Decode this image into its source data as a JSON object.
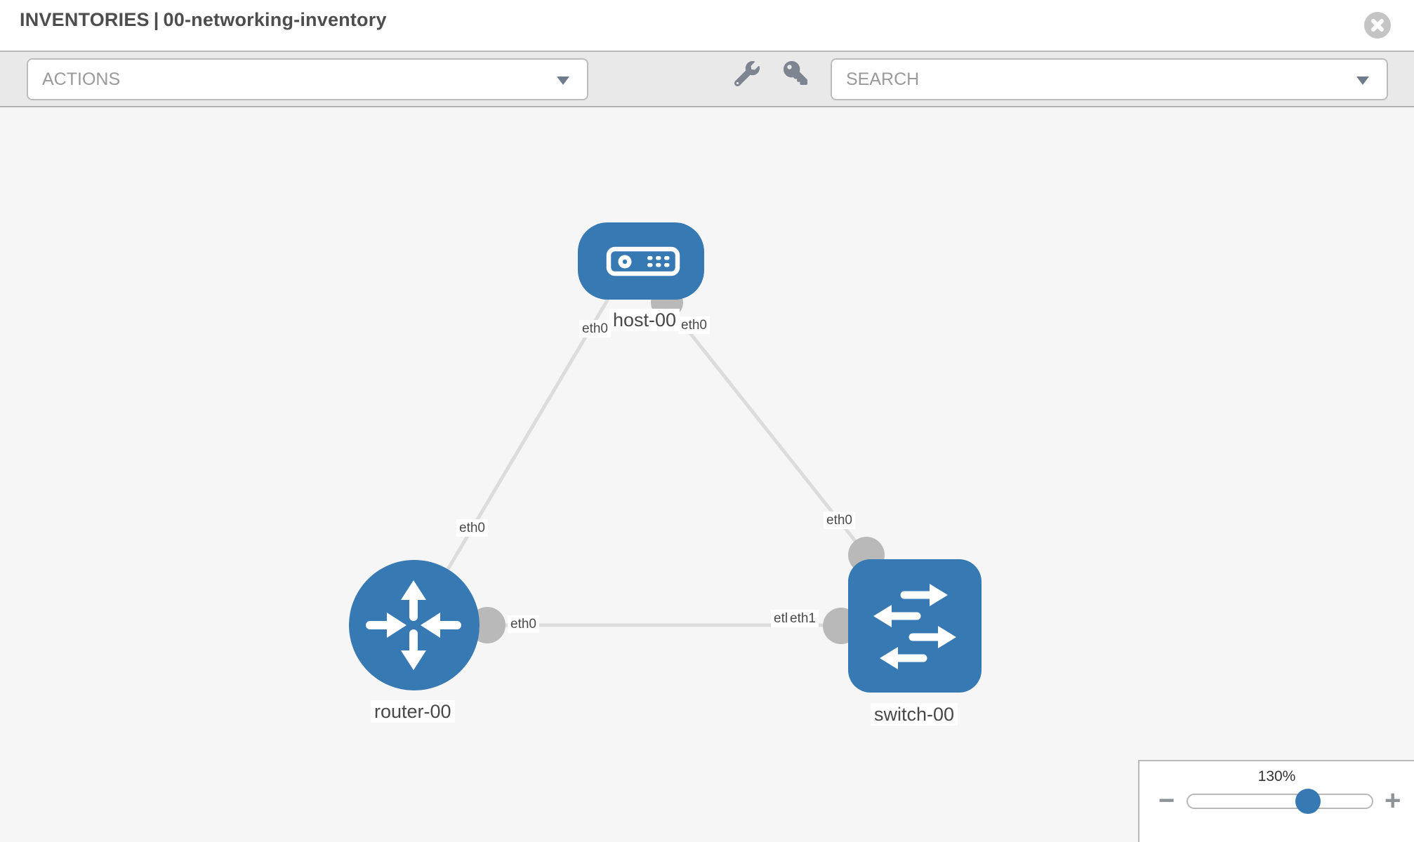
{
  "header": {
    "section": "INVENTORIES",
    "separator": "|",
    "inventory_name": "00-networking-inventory"
  },
  "toolbar": {
    "actions_label": "ACTIONS",
    "search_placeholder": "SEARCH",
    "icons": [
      "wrench-icon",
      "key-icon"
    ]
  },
  "topology": {
    "nodes": [
      {
        "id": "host-00",
        "label": "host-00",
        "type": "host",
        "shape": "rounded-rectangle"
      },
      {
        "id": "router-00",
        "label": "router-00",
        "type": "router",
        "shape": "circle"
      },
      {
        "id": "switch-00",
        "label": "switch-00",
        "type": "switch",
        "shape": "rounded-square"
      }
    ],
    "links": [
      {
        "source": "host-00",
        "target": "router-00",
        "source_interface": "eth0",
        "target_interface": "eth0"
      },
      {
        "source": "host-00",
        "target": "switch-00",
        "source_interface": "eth0",
        "target_interface": "eth0"
      },
      {
        "source": "router-00",
        "target": "switch-00",
        "source_interface": "eth0",
        "target_interface": "eth1"
      }
    ],
    "interface_labels": {
      "host_left": "eth0",
      "host_right": "eth0",
      "host_router_link": "eth0",
      "host_switch_link": "eth0",
      "router_port": "eth0",
      "switch_port_under": "eth0",
      "switch_port_over": "eth1"
    }
  },
  "zoom_control": {
    "level": "130%",
    "minus_label": "−",
    "plus_label": "+",
    "percent": 64
  },
  "colors": {
    "node_blue": "#3779b2",
    "link_gray": "#dcdcdc",
    "port_gray": "#b9b9b9",
    "canvas_bg": "#f6f6f6",
    "toolbar_bg": "#e9e9e9"
  }
}
